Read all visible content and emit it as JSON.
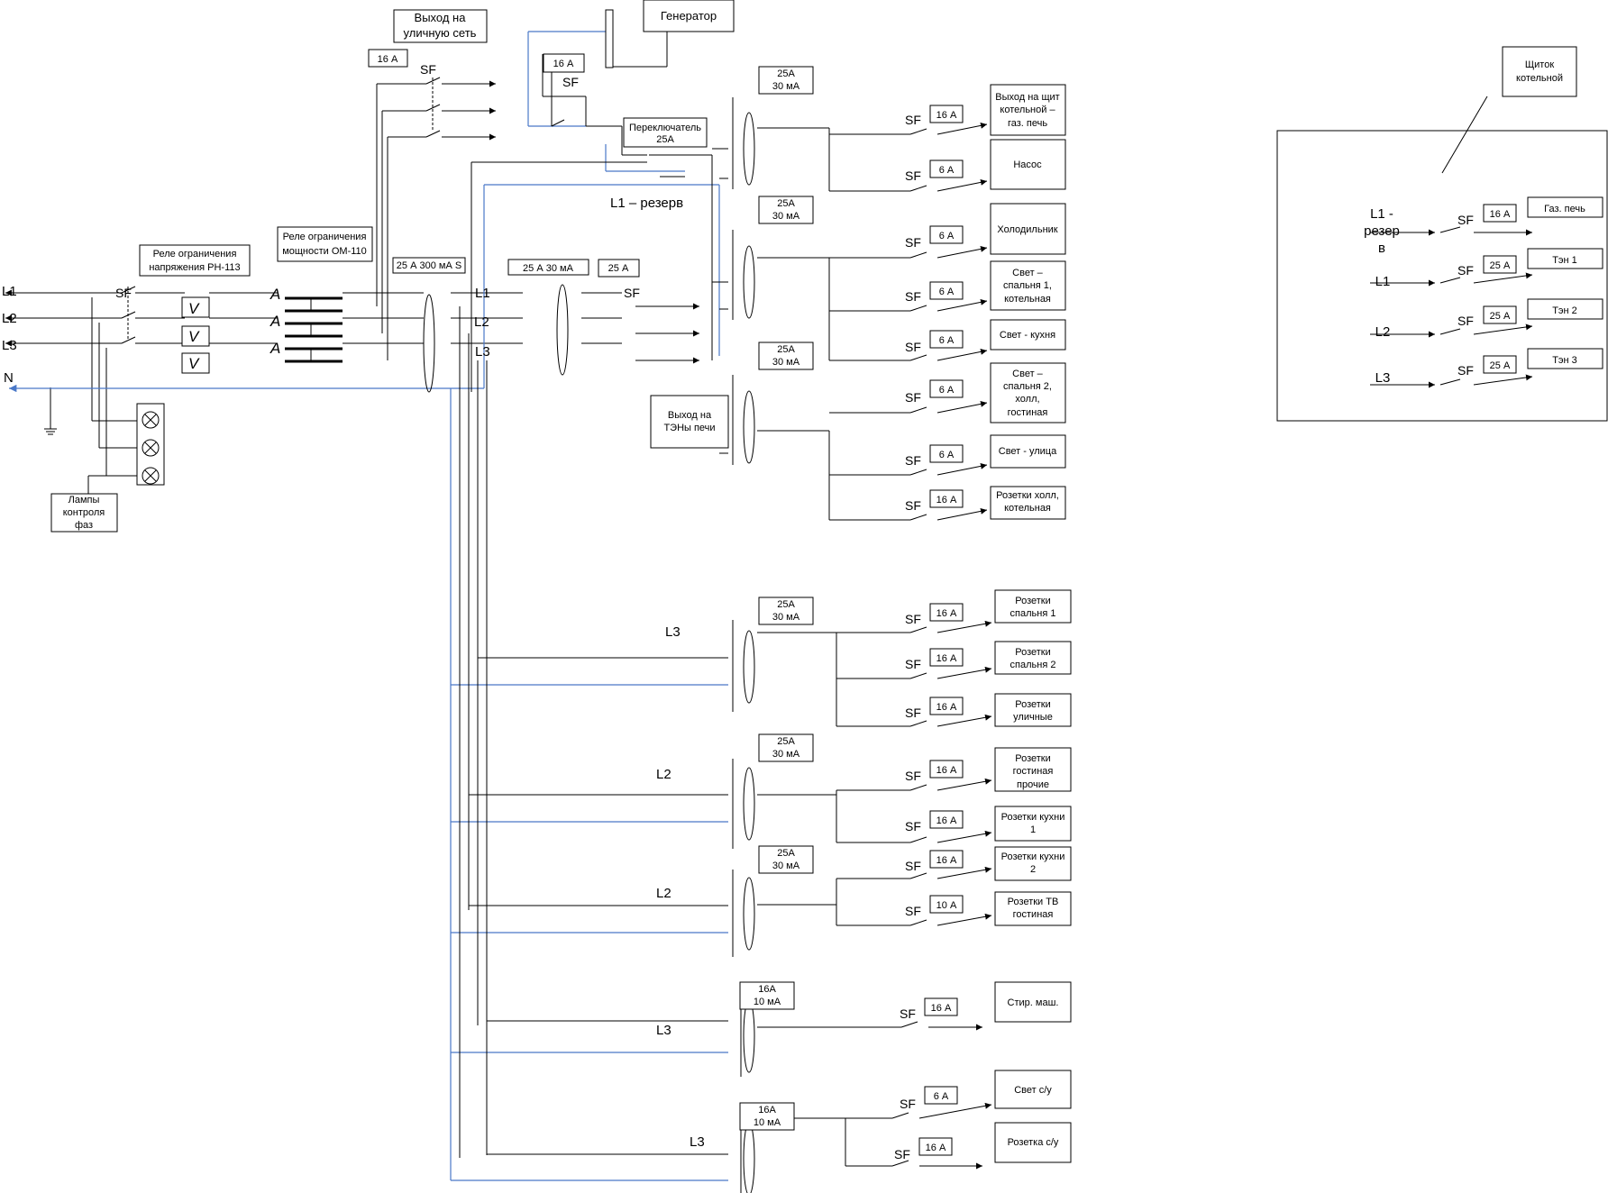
{
  "colors": {
    "line": "#000000",
    "neutral": "#4a78c8"
  },
  "phases": {
    "l1": "L1",
    "l2": "L2",
    "l3": "L3",
    "n": "N"
  },
  "sf": "SF",
  "a": "A",
  "v": "V",
  "phase_lamps": {
    "line1": "Лампы",
    "line2": "контроля",
    "line3": "фаз"
  },
  "voltage_relay": {
    "line1": "Реле ограничения",
    "line2": "напряжения РН-113"
  },
  "power_relay": {
    "line1": "Реле ограничения",
    "line2": "мощности ОМ-110"
  },
  "street_out": {
    "line1": "Выход на",
    "line2": "уличную сеть",
    "rating": "16 А"
  },
  "generator": {
    "label": "Генератор",
    "rating": "16 А"
  },
  "switch": {
    "line1": "Переключатель",
    "line2": "25А"
  },
  "reserve": "L1 – резерв",
  "rcd_main": "25 А 300 мА S",
  "rcd_heater": "25 А 30 мА",
  "sf_heater": "25 А",
  "heater_out": {
    "line1": "Выход на",
    "line2": "ТЭНы печи"
  },
  "rcd_30": {
    "line1": "25А",
    "line2": "30 мА"
  },
  "rcd_10": {
    "line1": "16А",
    "line2": "10 мА"
  },
  "r16": "16 А",
  "r6": "6 А",
  "r10": "10 А",
  "loads": {
    "gas": [
      "Выход на щит",
      "котельной –",
      "газ. печь"
    ],
    "pump": "Насос",
    "fridge": "Холодильник",
    "light_bed1": [
      "Свет –",
      "спальня 1,",
      "котельная"
    ],
    "light_kitchen": "Свет - кухня",
    "light_bed2": [
      "Свет –",
      "спальня 2,",
      "холл,",
      "гостиная"
    ],
    "light_street": "Свет - улица",
    "sock_hall": [
      "Розетки холл,",
      "котельная"
    ],
    "sock_bed1": [
      "Розетки",
      "спальня 1"
    ],
    "sock_bed2": [
      "Розетки",
      "спальня 2"
    ],
    "sock_street": [
      "Розетки",
      "уличные"
    ],
    "sock_living": [
      "Розетки",
      "гостиная",
      "прочие"
    ],
    "sock_kitchen1": [
      "Розетки кухни",
      "1"
    ],
    "sock_kitchen2": [
      "Розетки кухни",
      "2"
    ],
    "sock_tv": [
      "Розетки ТВ",
      "гостиная"
    ],
    "washer": "Стир. маш.",
    "light_wc": "Свет с/у",
    "sock_wc": "Розетка с/у"
  },
  "boiler_panel": {
    "title": [
      "Щиток",
      "котельной"
    ],
    "reserve": [
      "L1 -",
      "резер",
      "в"
    ],
    "rating16": "16 А",
    "rating25": "25 А",
    "gas": "Газ. печь",
    "ten1": "Тэн 1",
    "ten2": "Тэн 2",
    "ten3": "Тэн 3"
  }
}
